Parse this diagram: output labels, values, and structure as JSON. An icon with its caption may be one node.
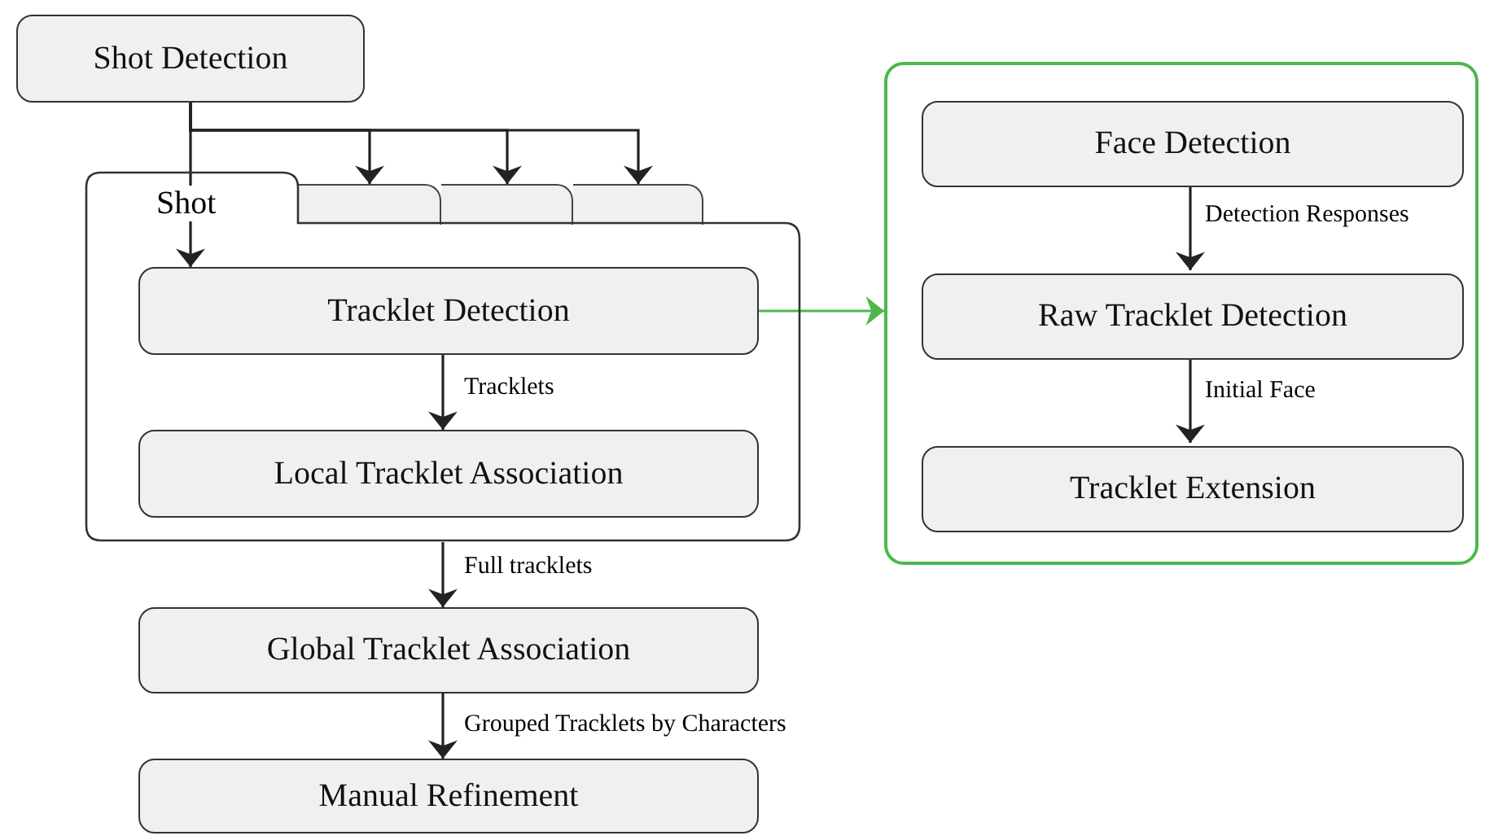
{
  "diagram": {
    "nodes": [
      {
        "text": [
          "Shot Detection"
        ]
      },
      {
        "text": [],
        "shape": "box"
      },
      {
        "text": [],
        "shape": "box"
      },
      {
        "text": [],
        "shape": "box"
      },
      {
        "text": [
          "Shot"
        ]
      },
      {
        "text": [
          "Tracklet Detection"
        ],
        "in": 4
      },
      {
        "text": [
          "Local Tracklet Association"
        ],
        "in": 4
      },
      {
        "text": [
          "Global Tracklet Association"
        ]
      },
      {
        "text": [
          "Manual Refinement"
        ]
      },
      {
        "text": [],
        "shape": "box"
      },
      {
        "text": [
          "Face Detection"
        ],
        "in": 9
      },
      {
        "text": [
          "Raw Tracklet Detection"
        ],
        "in": 9
      },
      {
        "text": [
          "Tracklet Extension"
        ],
        "in": 9
      }
    ],
    "edges": [
      {
        "from": 0,
        "to": 5,
        "arrow": "to"
      },
      {
        "from": 0,
        "to": 1,
        "arrow": "to"
      },
      {
        "from": 0,
        "to": 2,
        "arrow": "to"
      },
      {
        "from": 0,
        "to": 3,
        "arrow": "to"
      },
      {
        "from": 5,
        "to": 6,
        "arrow": "to",
        "label": "Tracklets"
      },
      {
        "from": 4,
        "to": 7,
        "arrow": "to",
        "label": "Full tracklets"
      },
      {
        "from": 7,
        "to": 8,
        "arrow": "to",
        "label": "Grouped Tracklets by Characters"
      },
      {
        "from": 5,
        "to": 9,
        "arrow": "to",
        "color": "#4cb84c"
      },
      {
        "from": 10,
        "to": 11,
        "arrow": "to",
        "label": "Detection Responses"
      },
      {
        "from": 11,
        "to": 12,
        "arrow": "to",
        "label": "Initial Face"
      }
    ]
  }
}
